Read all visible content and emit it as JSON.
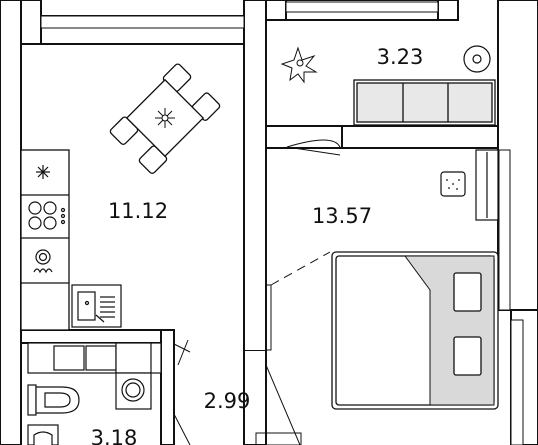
{
  "floor_plan": {
    "colors": {
      "wall": "#111111",
      "background": "#ffffff",
      "furniture_fill": "#e8e8e8",
      "bed_shade": "#d9d9d9"
    },
    "rooms": [
      {
        "id": "kitchen-living",
        "area": "11.12"
      },
      {
        "id": "loggia",
        "area": "3.23"
      },
      {
        "id": "bedroom",
        "area": "13.57"
      },
      {
        "id": "hallway",
        "area": "2.99"
      },
      {
        "id": "bathroom",
        "area": "3.18"
      }
    ],
    "fixtures": [
      "dining-table-icon",
      "plant-icon",
      "round-table-icon",
      "sofa-icon",
      "wardrobe-icon",
      "double-bed-icon",
      "fridge-icon",
      "cooktop-icon",
      "dishwasher-icon",
      "kitchen-sink-icon",
      "washing-machine-icon",
      "toilet-icon",
      "washbasin-icon"
    ]
  }
}
